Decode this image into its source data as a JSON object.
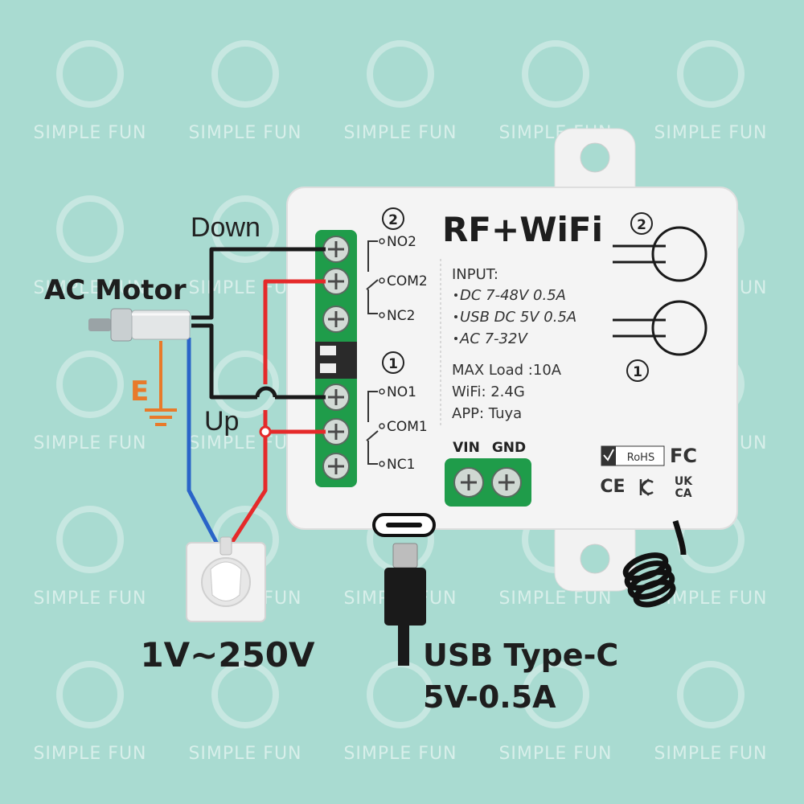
{
  "watermark": "SIMPLE FUN",
  "device": {
    "title": "RF+WiFi",
    "input_label": "INPUT:",
    "inputs": [
      "DC 7-48V 0.5A",
      "USB DC 5V 0.5A",
      "AC 7-32V"
    ],
    "max_load": "MAX Load :10A",
    "wifi": "WiFi: 2.4G",
    "app": "APP: Tuya",
    "vin": "VIN",
    "gnd": "GND",
    "channel_2_badge": "2",
    "channel_1_badge": "1",
    "button_2_badge": "2",
    "button_1_badge": "1",
    "terminals": [
      "NO2",
      "COM2",
      "NC2",
      "NO1",
      "COM1",
      "NC1"
    ],
    "cert_rohs": "RoHS",
    "cert_fc": "FC",
    "cert_ce": "CE",
    "cert_uk": "UK",
    "cert_ca": "CA"
  },
  "labels": {
    "down": "Down",
    "up": "Up",
    "motor": "AC Motor",
    "earth": "E",
    "voltage": "1V~250V",
    "usb_line1": "USB Type-C",
    "usb_line2": "5V-0.5A"
  },
  "colors": {
    "background": "#a9dbd1",
    "terminal_green": "#1f9c4a",
    "wire_red": "#e52a2a",
    "wire_blue": "#2a64c8",
    "wire_black": "#1a1a1a",
    "earth_orange": "#e87a2a"
  }
}
